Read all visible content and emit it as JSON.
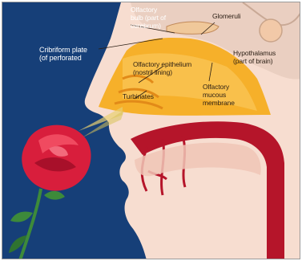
{
  "diagram": {
    "labels": {
      "olfactory_bulb": [
        "Olfactory",
        "bulb (part of",
        "cerebrum)"
      ],
      "glomeruli": [
        "Glomeruli"
      ],
      "cribriform_plate": [
        "Cribriform plate",
        "(of perforated"
      ],
      "hypothalamus": [
        "Hypothalamus",
        "(part of brain)"
      ],
      "olfactory_epithelium": [
        "Olfactory epithelium",
        "(nostril lining)"
      ],
      "olfactory_mucous_membrane": [
        "Olfactory",
        "mucous",
        "membrane"
      ],
      "turbinates": [
        "Turbinates"
      ]
    },
    "colors": {
      "background": "#163f78",
      "skin": "#f7ddd0",
      "nasal_cavity": "#f6b02a",
      "brain": "#eacfc1",
      "tissue_red": "#b5152a",
      "rose": "#d81e3c",
      "stem": "#3d8a3a"
    }
  }
}
